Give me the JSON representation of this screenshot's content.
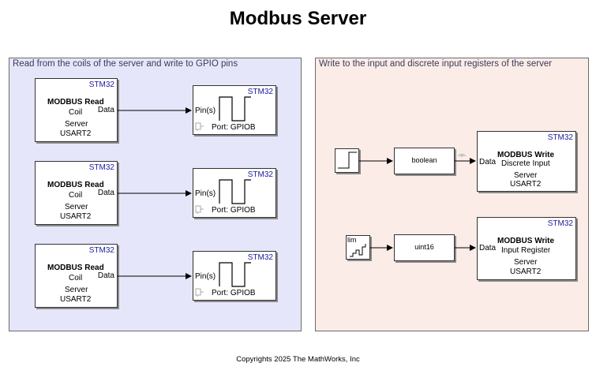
{
  "title": "Modbus Server",
  "footer": "Copyrights 2025 The MathWorks, Inc",
  "left_area": {
    "label": "Read from the coils of the server and write to GPIO pins",
    "read_blocks": [
      {
        "tag": "STM32",
        "title": "MODBUS Read",
        "type": "Coil",
        "role": "Server",
        "port": "USART2",
        "out_label": "Data"
      },
      {
        "tag": "STM32",
        "title": "MODBUS Read",
        "type": "Coil",
        "role": "Server",
        "port": "USART2",
        "out_label": "Data"
      },
      {
        "tag": "STM32",
        "title": "MODBUS Read",
        "type": "Coil",
        "role": "Server",
        "port": "USART2",
        "out_label": "Data"
      }
    ],
    "gpio_blocks": [
      {
        "tag": "STM32",
        "in_label": "Pin(s)",
        "port": "Port: GPIOB"
      },
      {
        "tag": "STM32",
        "in_label": "Pin(s)",
        "port": "Port: GPIOB"
      },
      {
        "tag": "STM32",
        "in_label": "Pin(s)",
        "port": "Port: GPIOB"
      }
    ]
  },
  "right_area": {
    "label": "Write to the input and discrete input registers of the server",
    "conversions": [
      {
        "label": "boolean"
      },
      {
        "label": "uint16"
      }
    ],
    "limited_label": "lim",
    "write_blocks": [
      {
        "tag": "STM32",
        "title": "MODBUS Write",
        "type": "Discrete Input",
        "role": "Server",
        "port": "USART2",
        "in_label": "Data"
      },
      {
        "tag": "STM32",
        "title": "MODBUS Write",
        "type": "Input Register",
        "role": "Server",
        "port": "USART2",
        "in_label": "Data"
      }
    ]
  }
}
